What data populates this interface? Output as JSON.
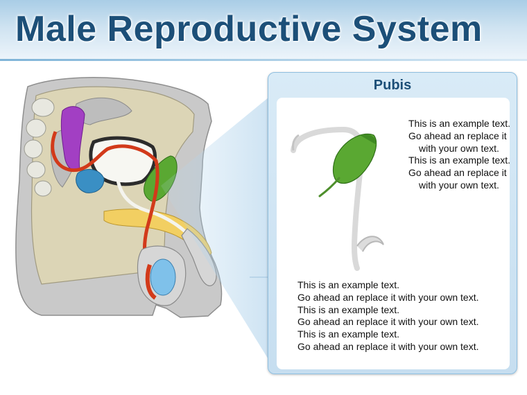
{
  "header": {
    "title": "Male Reproductive System"
  },
  "panel": {
    "title": "Pubis",
    "side_paragraphs": [
      "This is an example text.",
      "Go ahead an replace it with your own text.",
      "This is an example text.",
      "Go ahead an replace it with your own text."
    ],
    "bottom_lines": [
      "This is an example text.",
      "Go ahead an replace it with your own text.",
      "This is an example text.",
      "Go ahead an replace it with your own text.",
      "This is an example text.",
      "Go ahead an replace it with your own text."
    ]
  },
  "colors": {
    "title": "#1c4f78",
    "panel_border": "#8fbfe0",
    "organ_green": "#5aa832",
    "organ_purple": "#a23fc3",
    "vessel_red": "#d23a1a",
    "testis_blue": "#7fc1ea",
    "tissue_tan": "#d8d0b0",
    "skin_grey": "#c9c9c9"
  }
}
